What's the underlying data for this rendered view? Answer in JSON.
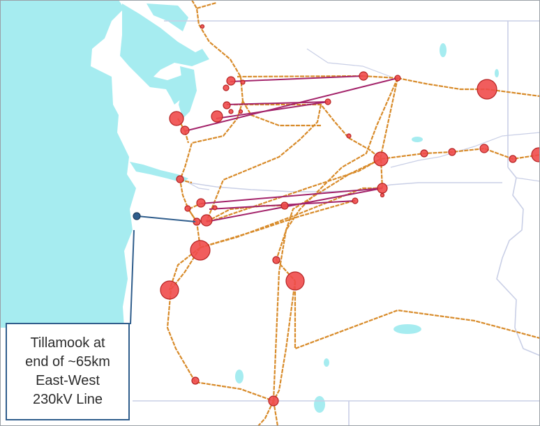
{
  "colors": {
    "water": "#a6ecf0",
    "land": "#ffffff",
    "boundary": "#c9cfe6",
    "transmission_line": "#d88b2a",
    "interconnect_line": "#a3236a",
    "substation_fill": "#f04b4b",
    "substation_stroke": "#b52222",
    "highlight_site": "#2f5d8c"
  },
  "callout": {
    "lines": [
      "Tillamook at",
      "end of ~65km",
      "East-West",
      "230kV Line"
    ]
  },
  "legend_icons": {
    "substation": "circle-icon",
    "site": "blue-dot-icon"
  }
}
